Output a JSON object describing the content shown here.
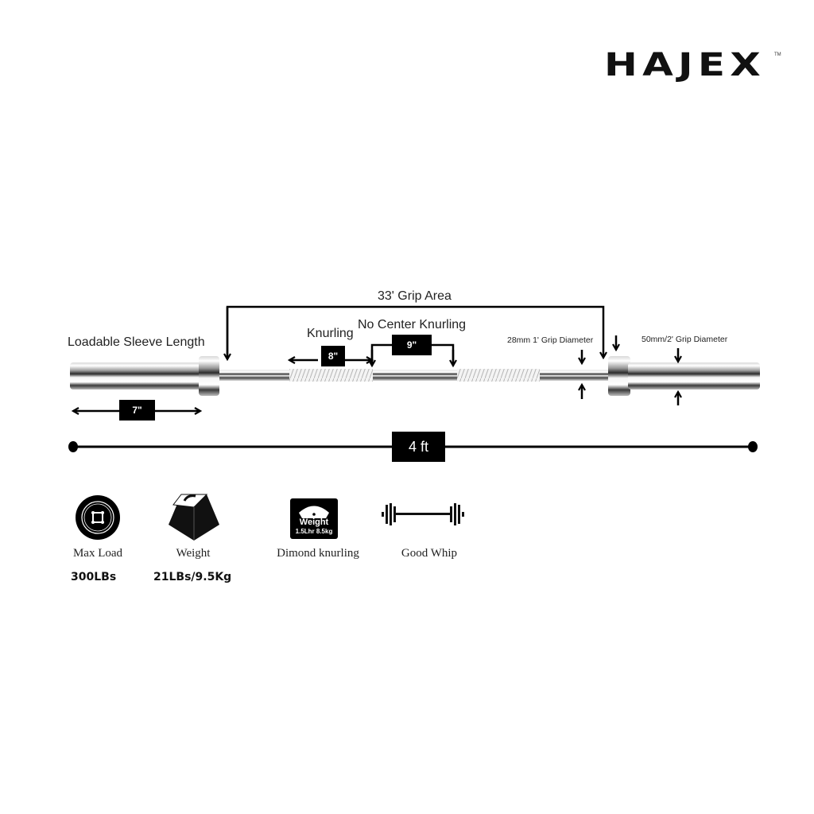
{
  "brand": {
    "logo": "HAJEX",
    "trademark": "TM"
  },
  "diagram": {
    "grip_area_label": "33' Grip Area",
    "sleeve_label": "Loadable Sleeve Length",
    "knurling_label": "Knurling",
    "no_center_knurling_label": "No Center Knurling",
    "grip_diameter_label": "28mm 1' Grip Diameter",
    "sleeve_diameter_label": "50mm/2' Grip Diameter",
    "knurling_length": "8\"",
    "center_length": "9\"",
    "sleeve_length": "7\"",
    "total_length": "4 ft"
  },
  "features": [
    {
      "icon": "weight-plate-icon",
      "label": "Max Load",
      "value": "300LBs"
    },
    {
      "icon": "kettle-weight-icon",
      "label": "Weight",
      "value": "21LBs/9.5Kg"
    },
    {
      "icon": "scale-badge-icon",
      "label": "Dimond knurling",
      "value": "",
      "badge_title": "Weight",
      "badge_sub": "1.5Lhr 8.5kg"
    },
    {
      "icon": "barbell-icon",
      "label": "Good Whip",
      "value": ""
    }
  ],
  "colors": {
    "ink": "#000000",
    "chrome_light": "#f2f2f2",
    "chrome_dark": "#3a3a3a",
    "background": "#ffffff"
  }
}
